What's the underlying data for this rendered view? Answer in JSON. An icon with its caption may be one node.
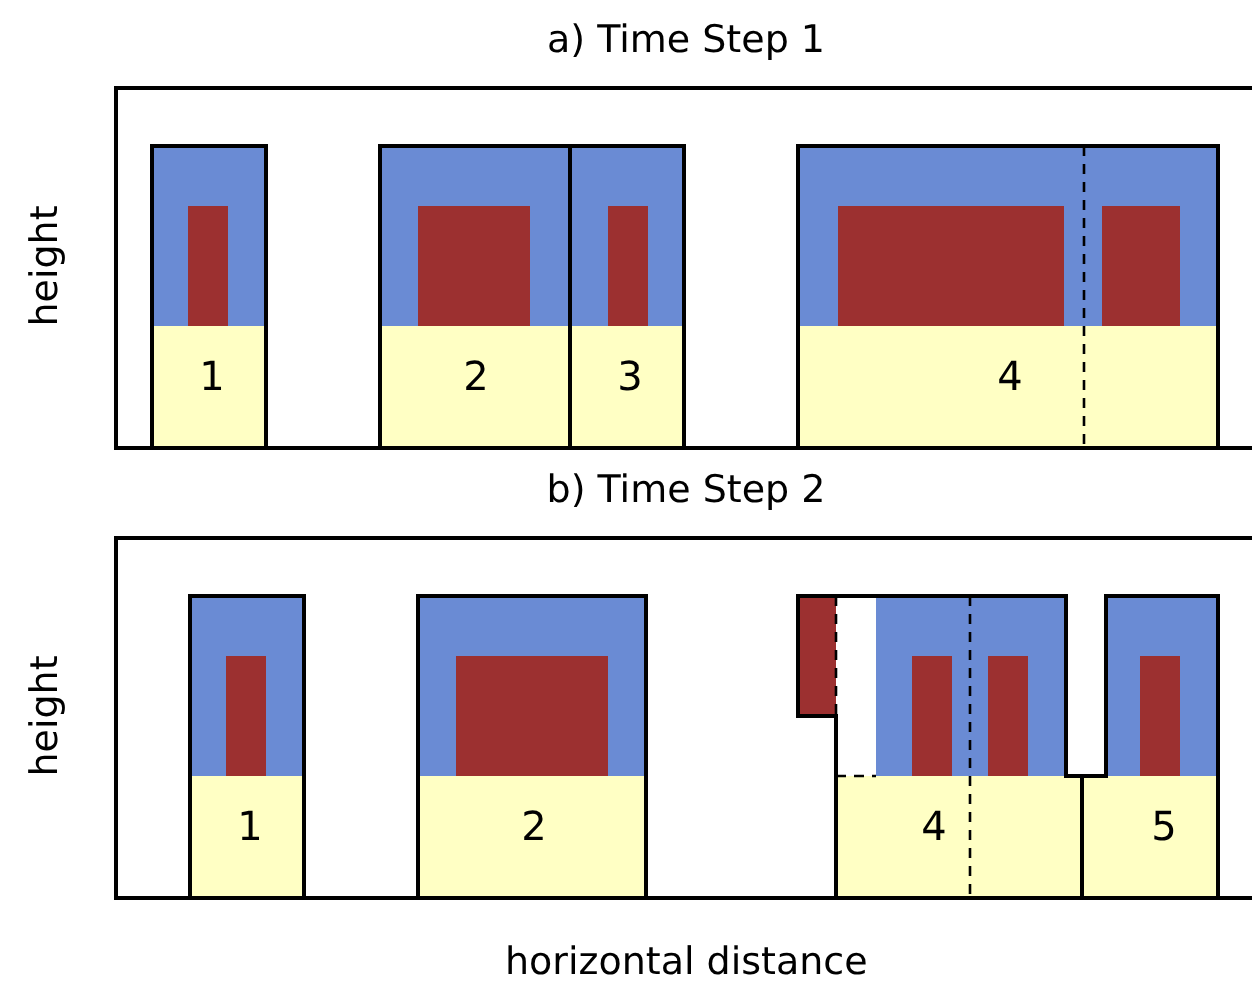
{
  "diagram": {
    "nodes": [
      {
        "text": [
          "a) Time Step 1"
        ]
      },
      {
        "text": [
          "1"
        ],
        "in": 0
      },
      {
        "text": [
          "2"
        ],
        "in": 0
      },
      {
        "text": [
          "3"
        ],
        "in": 0
      },
      {
        "text": [
          "4"
        ],
        "in": 0
      },
      {
        "text": [
          "b) Time Step 2"
        ]
      },
      {
        "text": [
          "1"
        ],
        "in": 5
      },
      {
        "text": [
          "2"
        ],
        "in": 5
      },
      {
        "text": [
          "4"
        ],
        "in": 5
      },
      {
        "text": [
          "5"
        ],
        "in": 5
      }
    ],
    "edges": [],
    "labels": [
      "height",
      "height",
      "horizontal distance"
    ]
  }
}
